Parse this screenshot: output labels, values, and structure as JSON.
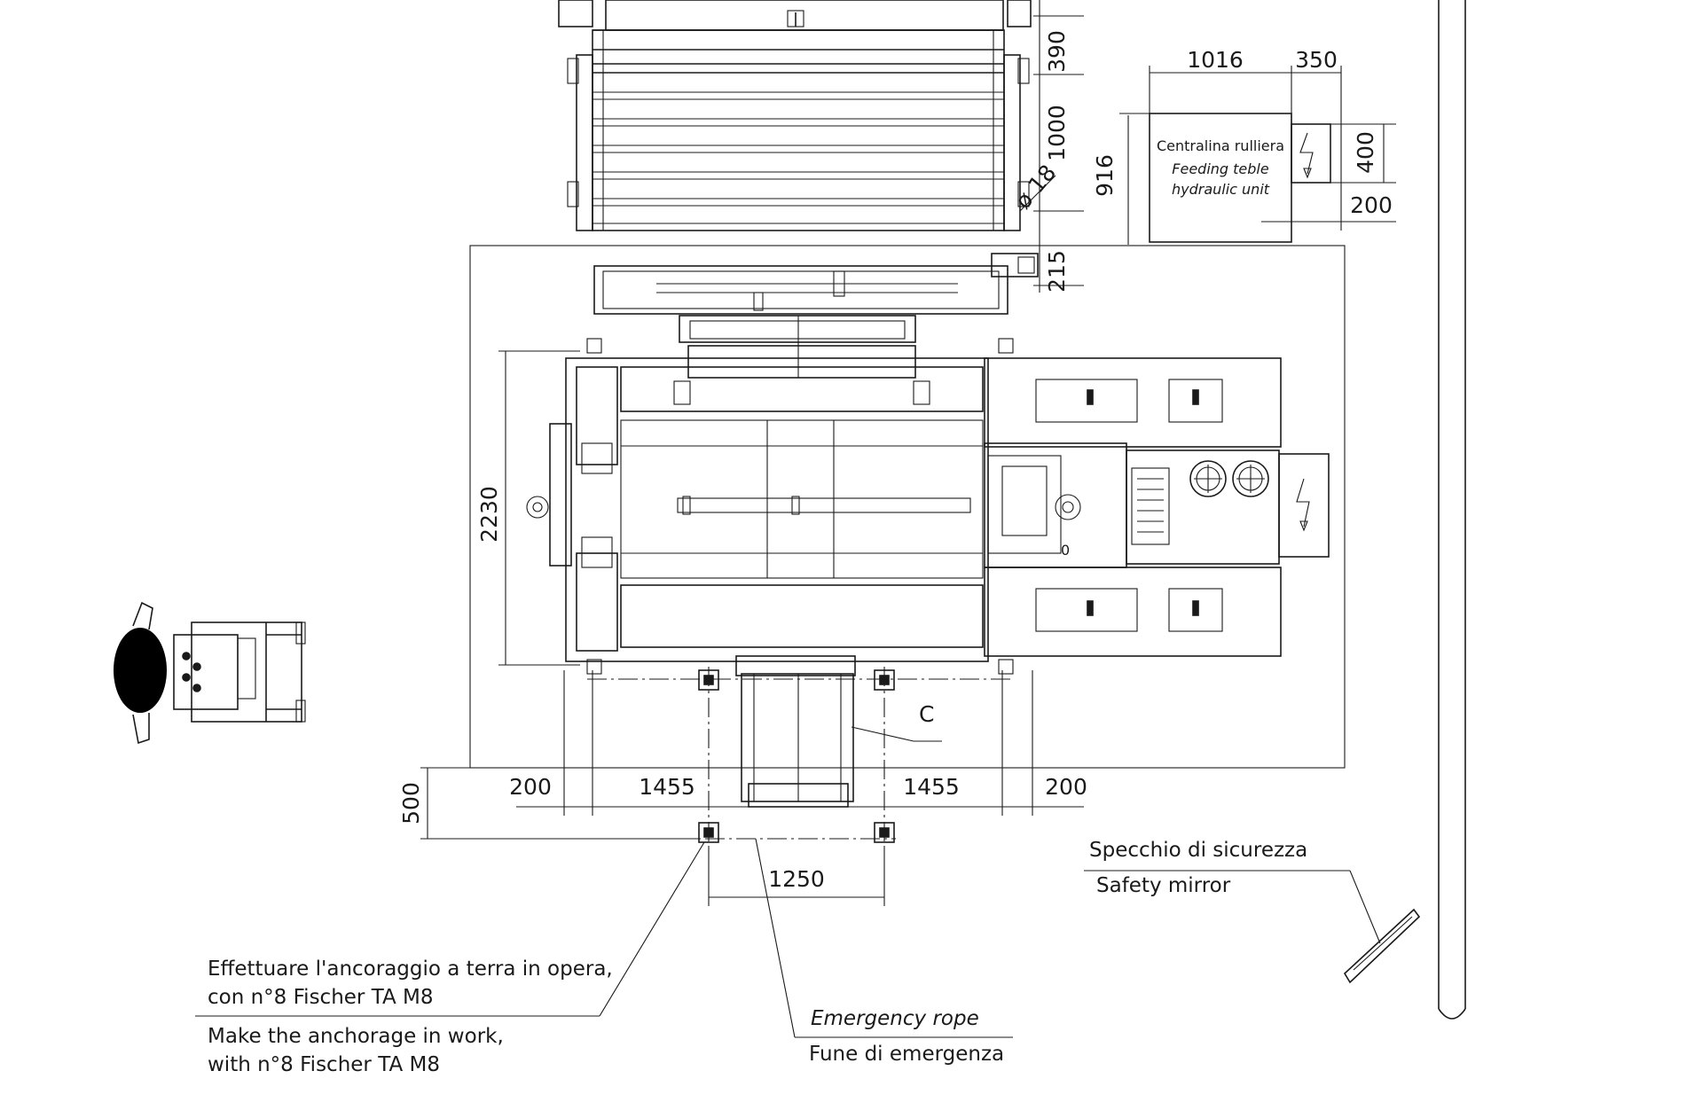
{
  "dimensions": {
    "d390": "390",
    "d1000": "1000",
    "d18": "ø 18",
    "d916": "916",
    "d215": "215",
    "d1016": "1016",
    "d350": "350",
    "d400": "400",
    "d200_unit": "200",
    "d2230": "2230",
    "d500": "500",
    "d200_left": "200",
    "d1455_left": "1455",
    "d1455_right": "1455",
    "d200_right": "200",
    "d1250": "1250",
    "label_c": "C",
    "label_0": "0"
  },
  "hydraulic_unit": {
    "line1": "Centralina rulliera",
    "line2": "Feeding teble",
    "line3": "hydraulic unit"
  },
  "notes": {
    "safety_mirror_it": "Specchio di sicurezza",
    "safety_mirror_en": "Safety mirror",
    "emergency_rope_en": "Emergency rope",
    "emergency_rope_it": "Fune di emergenza",
    "anchorage_it_1": "Effettuare l'ancoraggio a terra in opera,",
    "anchorage_it_2": "con n°8 Fischer TA M8",
    "anchorage_en_1": "Make the anchorage in work,",
    "anchorage_en_2": "with n°8 Fischer TA M8"
  },
  "icons": [
    "electric-hazard-icon",
    "fan-icon",
    "operator-icon",
    "anchor-bolt-icon"
  ]
}
